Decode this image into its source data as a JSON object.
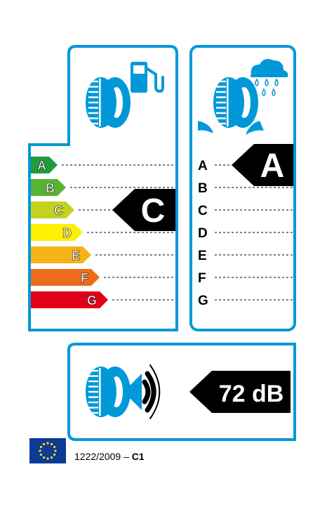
{
  "colors": {
    "frame": "#0098d8",
    "icon": "#0098d8",
    "black": "#000000",
    "eu_blue": "#0c3a96",
    "eu_star": "#ffdd00"
  },
  "fuel": {
    "icon": "fuel-pump-icon",
    "tyre_icon": "tyre-icon",
    "classes": [
      {
        "letter": "A",
        "color": "#1f9c3c"
      },
      {
        "letter": "B",
        "color": "#58b333"
      },
      {
        "letter": "C",
        "color": "#c2d21e"
      },
      {
        "letter": "D",
        "color": "#ffef00"
      },
      {
        "letter": "E",
        "color": "#f6b219"
      },
      {
        "letter": "F",
        "color": "#ec6c1c"
      },
      {
        "letter": "G",
        "color": "#e1001a"
      }
    ],
    "rating": "C"
  },
  "wet_grip": {
    "icon": "rain-cloud-icon",
    "tyre_icon": "tyre-splash-icon",
    "classes": [
      "A",
      "B",
      "C",
      "D",
      "E",
      "F",
      "G"
    ],
    "rating": "A"
  },
  "noise": {
    "icon": "speaker-sound-waves-icon",
    "tyre_icon": "tyre-icon",
    "value": "72 dB"
  },
  "regulation": {
    "flag_icon": "eu-flag-icon",
    "text": "1222/2009 – ",
    "class": "C1"
  }
}
